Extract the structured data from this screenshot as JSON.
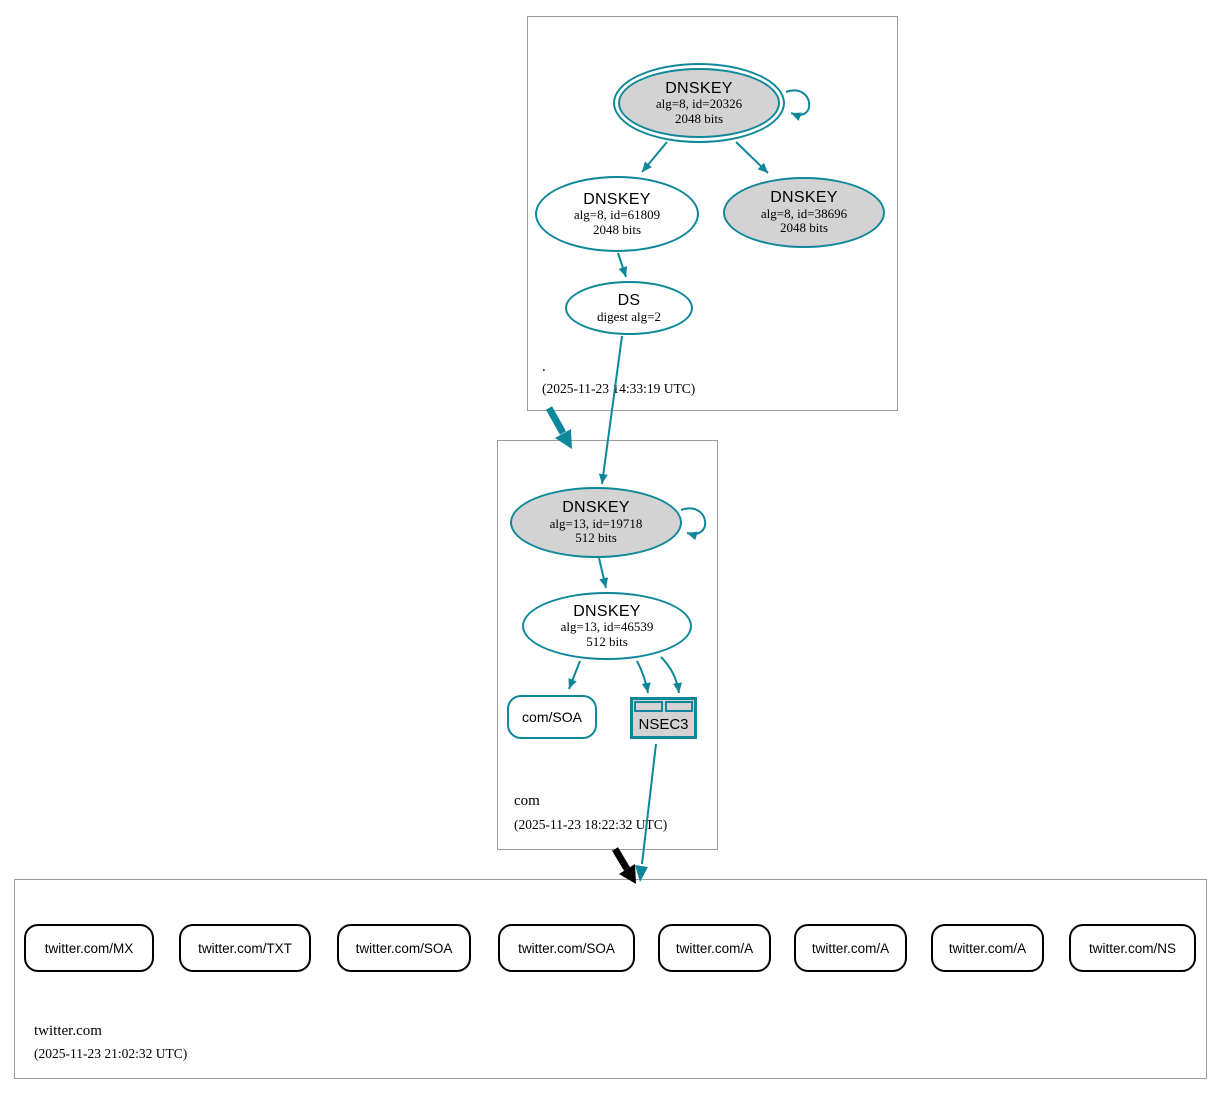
{
  "colors": {
    "secure_teal": "#0d8799",
    "insecure_black": "#000000",
    "node_gray_fill": "#d3d3d3",
    "zone_border_gray": "#9b9b9b"
  },
  "zones": {
    "root": {
      "name": ".",
      "timestamp": "(2025-11-23 14:33:19 UTC)",
      "nodes": {
        "ksk": {
          "type": "DNSKEY",
          "detail": "alg=8, id=20326",
          "bits": "2048 bits"
        },
        "zsk": {
          "type": "DNSKEY",
          "detail": "alg=8, id=61809",
          "bits": "2048 bits"
        },
        "ksk_standby": {
          "type": "DNSKEY",
          "detail": "alg=8, id=38696",
          "bits": "2048 bits"
        },
        "ds": {
          "type": "DS",
          "detail": "digest alg=2"
        }
      }
    },
    "com": {
      "name": "com",
      "timestamp": "(2025-11-23 18:22:32 UTC)",
      "nodes": {
        "ksk": {
          "type": "DNSKEY",
          "detail": "alg=13, id=19718",
          "bits": "512 bits"
        },
        "zsk": {
          "type": "DNSKEY",
          "detail": "alg=13, id=46539",
          "bits": "512 bits"
        },
        "soa": {
          "label": "com/SOA"
        },
        "nsec3": {
          "label": "NSEC3"
        }
      }
    },
    "twitter": {
      "name": "twitter.com",
      "timestamp": "(2025-11-23 21:02:32 UTC)",
      "rrsets": [
        "twitter.com/MX",
        "twitter.com/TXT",
        "twitter.com/SOA",
        "twitter.com/SOA",
        "twitter.com/A",
        "twitter.com/A",
        "twitter.com/A",
        "twitter.com/NS"
      ]
    }
  }
}
